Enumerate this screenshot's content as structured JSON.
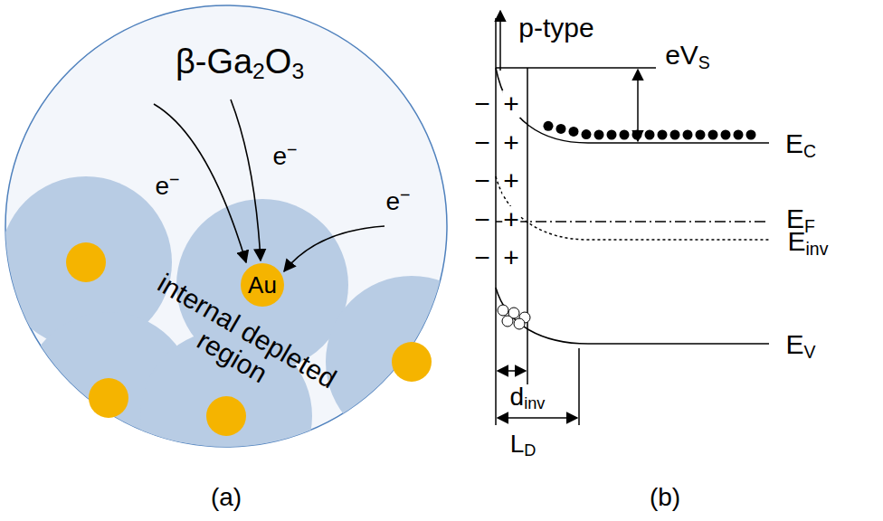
{
  "diagram": {
    "labels": [
      "β-Ga2O3",
      "e−",
      "e−",
      "e−",
      "Au",
      "internal depleted region",
      "(a)",
      "p-type",
      "eVS",
      "EC",
      "EF",
      "Einv",
      "EV",
      "dinv",
      "LD",
      "−",
      "−",
      "−",
      "−",
      "−",
      "+",
      "+",
      "+",
      "+",
      "+",
      "(b)"
    ]
  }
}
